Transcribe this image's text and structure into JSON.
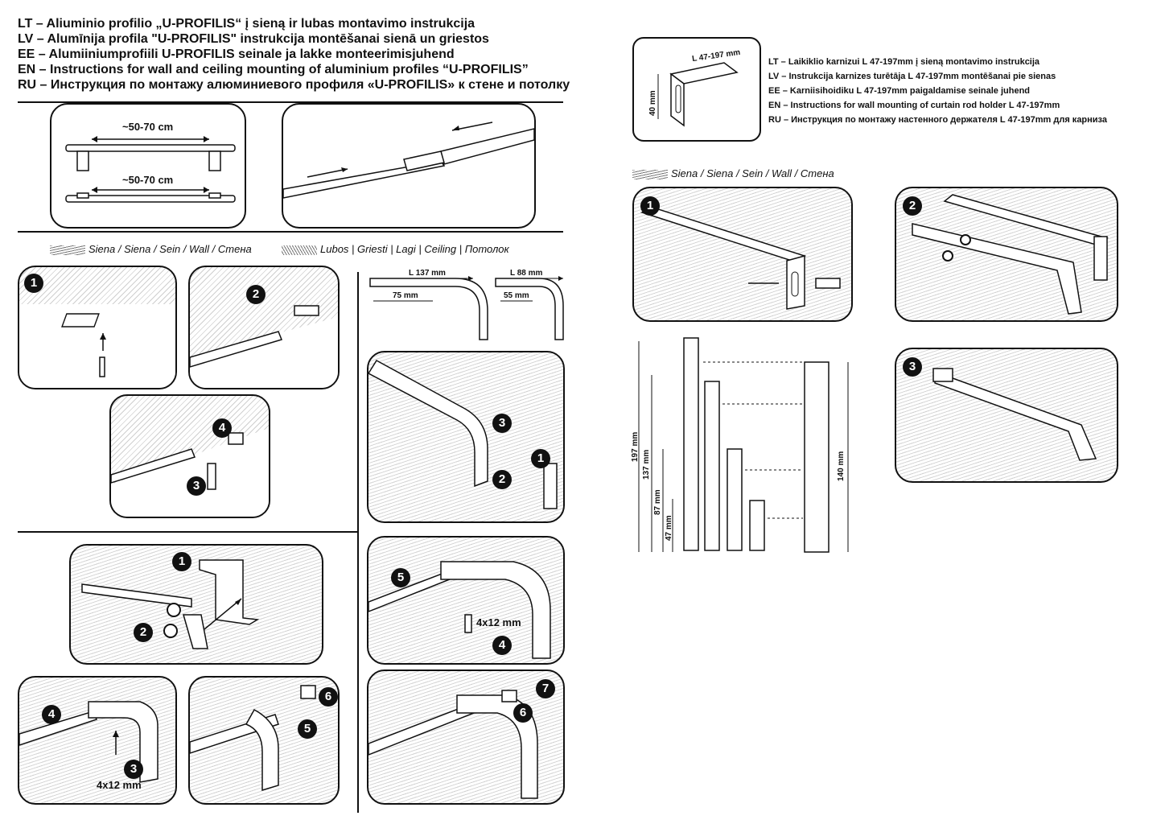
{
  "header": {
    "lines": [
      "LT – Aliuminio profilio „U-PROFILIS“ į sieną ir lubas montavimo instrukcija",
      "LV – Alumīnija profila \"U-PROFILIS\" instrukcija montēšanai sienā un griestos",
      "EE – Alumiiniumprofiili U-PROFILIS seinale ja lakke monteerimisjuhend",
      "EN – Instructions for wall and ceiling mounting of aluminium profiles “U-PROFILIS”",
      "RU – Инструкция по монтажу алюминиевого профиля «U-PROFILIS» к стене и потолку"
    ]
  },
  "profile_spacing": {
    "top": "~50-70 cm",
    "bottom": "~50-70 cm"
  },
  "surfaces": {
    "wall": "Siena / Siena / Sein / Wall / Стена",
    "ceiling": "Lubos | Griesti | Lagi | Ceiling | Потолок"
  },
  "brackets": {
    "long": {
      "length": "L 137 mm",
      "inner": "75 mm"
    },
    "short": {
      "length": "L 88 mm",
      "inner": "55 mm"
    }
  },
  "screw_size": "4x12 mm",
  "holder": {
    "length": "L 47-197 mm",
    "height": "40 mm",
    "lines": [
      "LT – Laikiklio karnizui L 47-197mm į sieną montavimo instrukcija",
      "LV – Instrukcija karnizes turētāja L 47-197mm montēšanai pie sienas",
      "EE – Karniisihoidiku L 47-197mm paigaldamise seinale juhend",
      "EN – Instructions for wall mounting of curtain rod holder L 47-197mm",
      "RU – Инструкция по монтажу настенного держателя L 47-197mm для карниза"
    ]
  },
  "cut_lengths": [
    "197 mm",
    "137 mm",
    "87 mm",
    "47 mm"
  ],
  "total_length": "140 mm",
  "steps": {
    "s1": "1",
    "s2": "2",
    "s3": "3",
    "s4": "4",
    "s5": "5",
    "s6": "6",
    "s7": "7"
  }
}
